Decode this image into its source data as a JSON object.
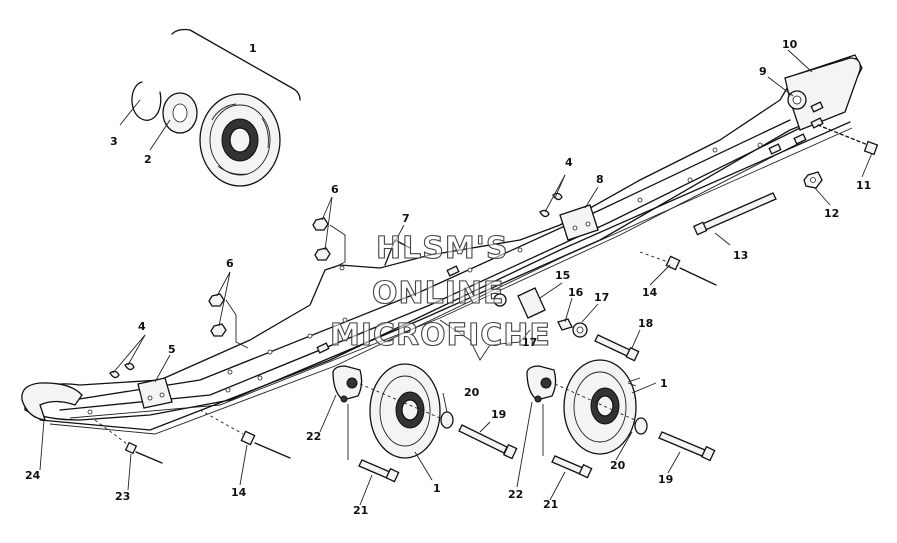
{
  "watermark": {
    "line1": "HLSM'S",
    "line2": "ONLINE",
    "line3": "MICROFICHE"
  },
  "callouts": {
    "c1a": "1",
    "c1b": "1",
    "c1c": "1",
    "c2": "2",
    "c3": "3",
    "c4a": "4",
    "c4b": "4",
    "c5": "5",
    "c6a": "6",
    "c6b": "6",
    "c7": "7",
    "c8": "8",
    "c9": "9",
    "c10": "10",
    "c11": "11",
    "c12": "12",
    "c13": "13",
    "c14a": "14",
    "c14b": "14",
    "c15": "15",
    "c16": "16",
    "c17a": "17",
    "c17b": "17",
    "c18": "18",
    "c19a": "19",
    "c19b": "19",
    "c20a": "20",
    "c20b": "20",
    "c21a": "21",
    "c21b": "21",
    "c22a": "22",
    "c22b": "22",
    "c23": "23",
    "c24": "24"
  }
}
